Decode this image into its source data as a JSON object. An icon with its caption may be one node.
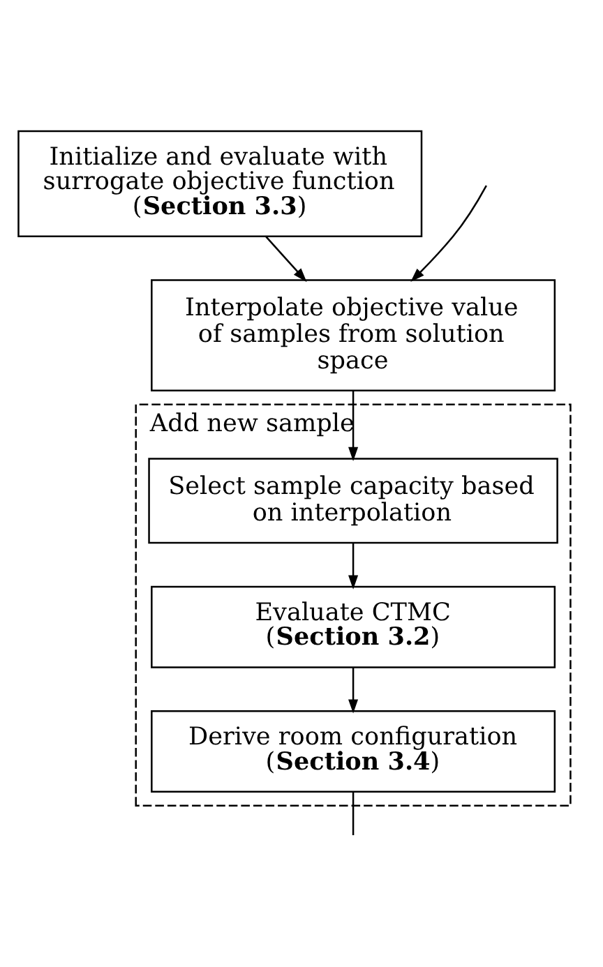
{
  "diagram": {
    "nodes": [
      {
        "text": [
          "Initialize and evaluate with surrogate objective function",
          "(**Section 3.3**)"
        ]
      },
      {
        "text": [
          "Interpolate objective value of samples from solution space"
        ]
      },
      {
        "text": [
          "Add new sample"
        ]
      },
      {
        "text": [
          "Select sample capacity based on interpolation"
        ],
        "in": 2
      },
      {
        "text": [
          "Evaluate CTMC",
          "(**Section 3.2**)"
        ],
        "in": 2
      },
      {
        "text": [
          "Derive room configuration",
          "(**Section 3.4**)"
        ],
        "in": 2
      }
    ],
    "edges": [
      {
        "from": 0,
        "to": 1,
        "arrow": "to"
      },
      {
        "from": null,
        "to": 1,
        "arrow": "to"
      },
      {
        "from": 1,
        "to": 3,
        "arrow": "to"
      },
      {
        "from": 3,
        "to": 4,
        "arrow": "to"
      },
      {
        "from": 4,
        "to": 5,
        "arrow": "to"
      },
      {
        "from": 5,
        "to": null,
        "arrow": "none"
      }
    ]
  }
}
